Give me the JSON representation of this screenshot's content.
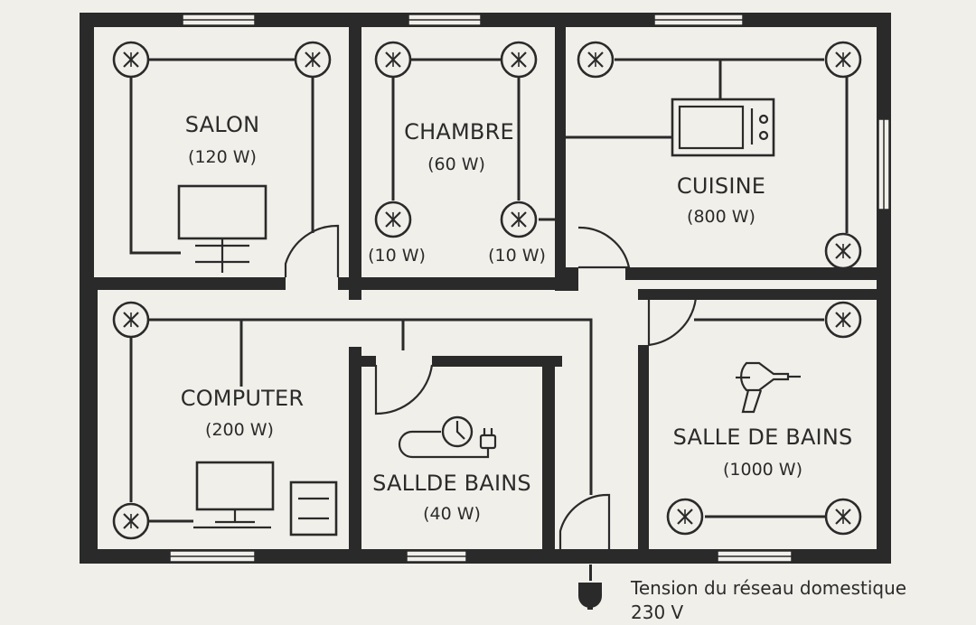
{
  "rooms": {
    "salon": {
      "name": "SALON",
      "power": "(120 W)"
    },
    "chambre": {
      "name": "CHAMBRE",
      "power": "(60 W)",
      "lamp_left": "(10 W)",
      "lamp_right": "(10 W)"
    },
    "cuisine": {
      "name": "CUISINE",
      "power": "(800 W)"
    },
    "computer": {
      "name": "COMPUTER",
      "power": "(200 W)"
    },
    "sallde_bains": {
      "name": "SALLDE BAINS",
      "power": "(40 W)"
    },
    "salle_de_bains": {
      "name": "SALLE DE BAINS",
      "power": "(1000 W)"
    }
  },
  "footer": {
    "line1": "Tension du réseau domestique",
    "line2": "230 V"
  },
  "icons": {
    "fixtures": "ceiling-light-icon",
    "salon": "television-icon",
    "cuisine": "microwave-icon",
    "computer": "desktop-computer-icon",
    "sallde_bains": "plug-cable-icon",
    "salle_de_bains": "hair-dryer-icon",
    "supply": "mains-plug-icon"
  }
}
